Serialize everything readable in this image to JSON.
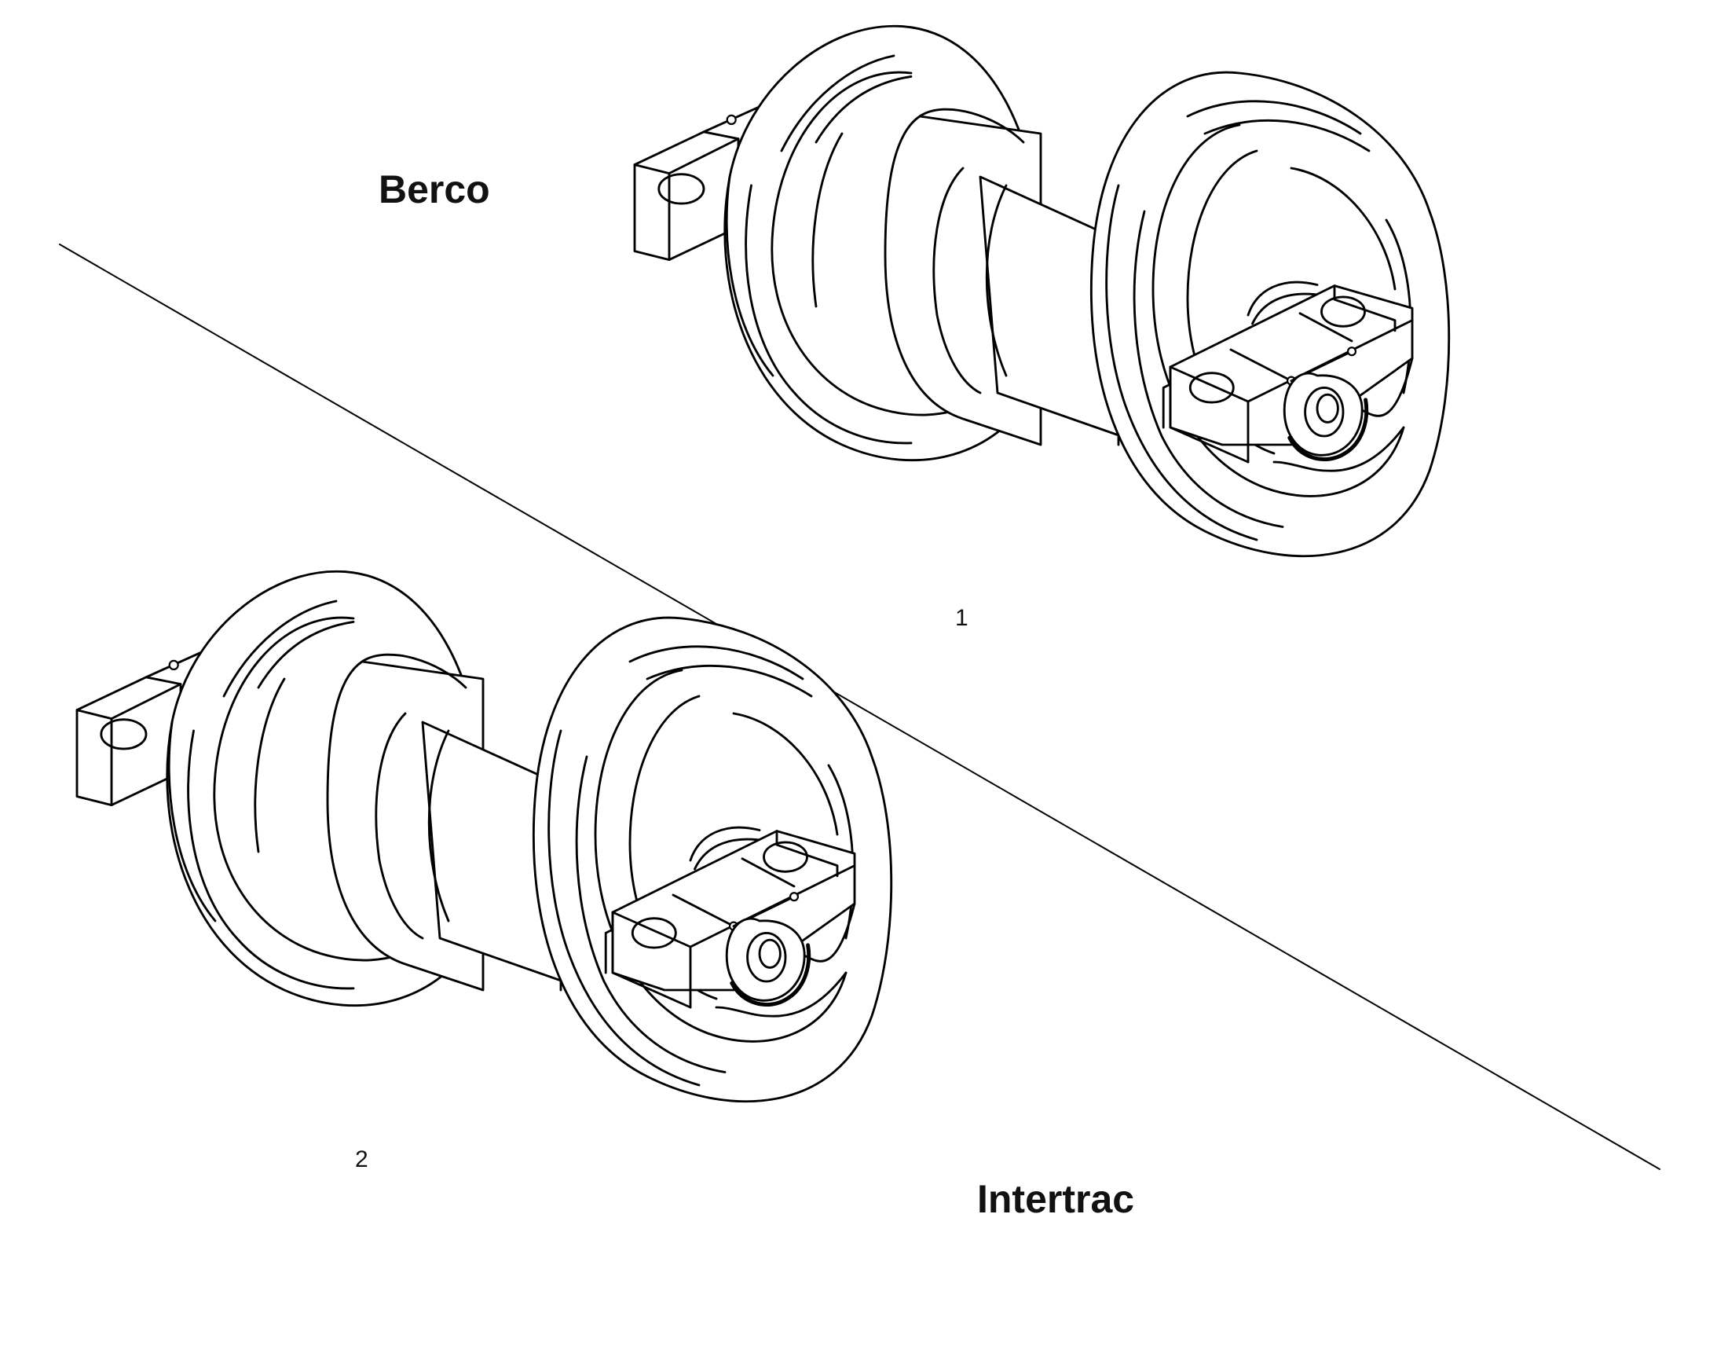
{
  "labels": {
    "top_brand": "Berco",
    "bottom_brand": "Intertrac",
    "callout_1": "1",
    "callout_2": "2"
  },
  "parts": [
    {
      "callout": "1",
      "brand": "Berco",
      "name": "track roller"
    },
    {
      "callout": "2",
      "brand": "Intertrac",
      "name": "track roller"
    }
  ],
  "colors": {
    "line": "#000000",
    "background": "#ffffff"
  }
}
